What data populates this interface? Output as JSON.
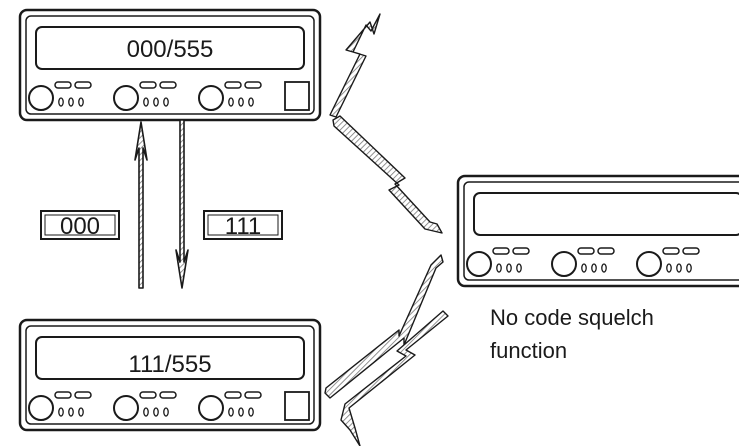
{
  "radios": [
    {
      "display": "000/555"
    },
    {
      "display": "111/555"
    },
    {
      "display": ""
    }
  ],
  "codes": {
    "up": "000",
    "down": "111"
  },
  "caption": {
    "line1": "No code squelch",
    "line2": "function"
  },
  "colors": {
    "ink": "#1a1a1a",
    "arrow_hatch": "#777777"
  }
}
